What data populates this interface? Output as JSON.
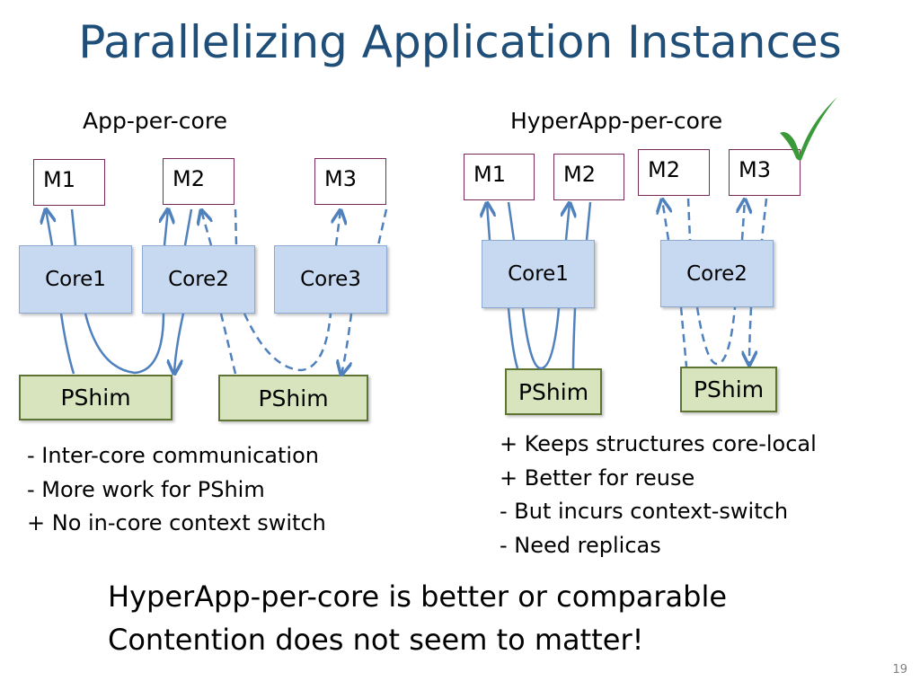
{
  "slide": {
    "title": "Parallelizing Application Instances",
    "page_number": "19"
  },
  "left": {
    "heading": "App-per-core",
    "memories": [
      "M1",
      "M2",
      "M3"
    ],
    "cores": [
      "Core1",
      "Core2",
      "Core3"
    ],
    "shims": [
      "PShim",
      "PShim"
    ],
    "notes": [
      "- Inter-core communication",
      "- More work for PShim",
      "+ No in-core context switch"
    ]
  },
  "right": {
    "heading": "HyperApp-per-core",
    "memories": [
      "M1",
      "M2",
      "M2",
      "M3"
    ],
    "cores": [
      "Core1",
      "Core2"
    ],
    "shims": [
      "PShim",
      "PShim"
    ],
    "notes": [
      "+ Keeps structures core-local",
      "+ Better for reuse",
      "- But incurs context-switch",
      "- Need replicas"
    ],
    "check_icon": "checkmark-icon",
    "check_color": "#3a9a3a"
  },
  "conclusion": [
    "HyperApp-per-core is better or comparable",
    "Contention does not seem to matter!"
  ],
  "colors": {
    "title": "#1f4e79",
    "core_fill": "#c6d9f1",
    "shim_fill": "#d7e4bd",
    "arrow": "#4f81bd",
    "memory_border": "#7a2a5a"
  }
}
